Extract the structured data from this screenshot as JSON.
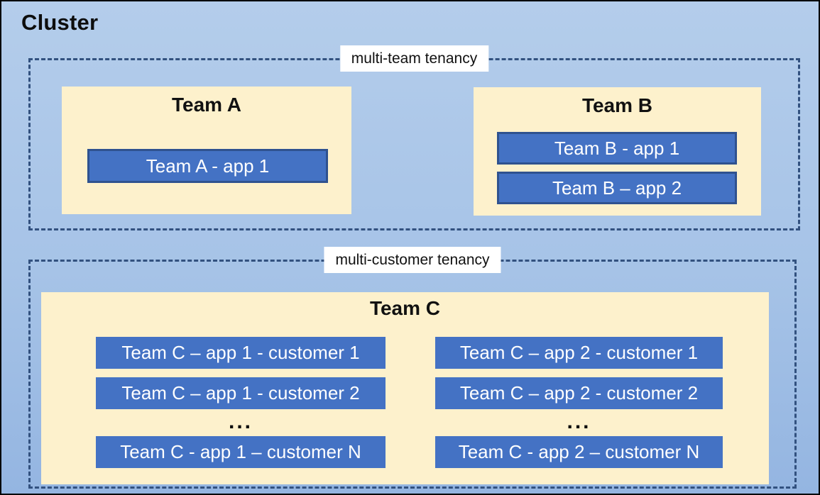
{
  "colors": {
    "background_top": "#B4CDEB",
    "background_bottom": "#94B5E1",
    "panel_cream": "#FDF1CC",
    "app_blue": "#4472C4",
    "app_border_blue": "#2F528F",
    "dashed_border_navy": "#32517F",
    "outer_border": "#000000",
    "label_background": "#FFFFFF",
    "app_text": "#FFFFFF",
    "title_text": "#111111"
  },
  "cluster": {
    "title": "Cluster"
  },
  "multi_team": {
    "label": "multi-team tenancy",
    "team_a": {
      "title": "Team A",
      "app1": "Team A - app 1"
    },
    "team_b": {
      "title": "Team B",
      "app1": "Team B - app 1",
      "app2": "Team B – app 2"
    }
  },
  "multi_customer": {
    "label": "multi-customer tenancy",
    "team_c": {
      "title": "Team C",
      "col1": {
        "row1": "Team C – app 1 - customer 1",
        "row2": "Team C – app 1 - customer 2",
        "ellipsis": "...",
        "rowN": "Team C - app 1 – customer N"
      },
      "col2": {
        "row1": "Team C – app 2 - customer 1",
        "row2": "Team C – app 2 - customer 2",
        "ellipsis": "...",
        "rowN": "Team C - app 2 – customer N"
      }
    }
  }
}
